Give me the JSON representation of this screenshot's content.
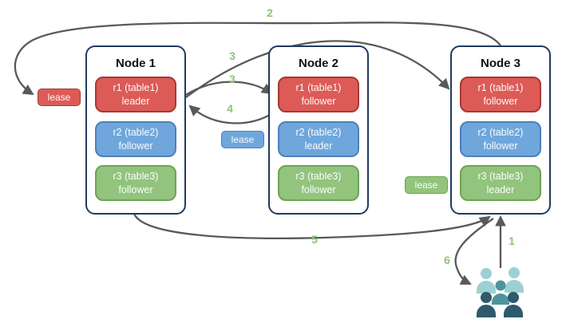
{
  "nodes": [
    {
      "title": "Node 1",
      "replicas": [
        {
          "name": "r1 (table1)",
          "role": "leader",
          "color": "#DC5B57"
        },
        {
          "name": "r2 (table2)",
          "role": "follower",
          "color": "#6FA7DC"
        },
        {
          "name": "r3 (table3)",
          "role": "follower",
          "color": "#92C47D"
        }
      ]
    },
    {
      "title": "Node 2",
      "replicas": [
        {
          "name": "r1 (table1)",
          "role": "follower",
          "color": "#DC5B57"
        },
        {
          "name": "r2 (table2)",
          "role": "leader",
          "color": "#6FA7DC"
        },
        {
          "name": "r3 (table3)",
          "role": "follower",
          "color": "#92C47D"
        }
      ]
    },
    {
      "title": "Node 3",
      "replicas": [
        {
          "name": "r1 (table1)",
          "role": "follower",
          "color": "#DC5B57"
        },
        {
          "name": "r2 (table2)",
          "role": "follower",
          "color": "#6FA7DC"
        },
        {
          "name": "r3 (table3)",
          "role": "leader",
          "color": "#92C47D"
        }
      ]
    }
  ],
  "leases": [
    {
      "label": "lease",
      "color": "#DC5B57"
    },
    {
      "label": "lease",
      "color": "#6FA7DC"
    },
    {
      "label": "lease",
      "color": "#92C47D"
    }
  ],
  "steps": {
    "s1": "1",
    "s2": "2",
    "s3a": "3",
    "s3b": "3",
    "s4": "4",
    "s5": "5",
    "s6": "6"
  },
  "clients": {
    "icon": "people-group-icon"
  },
  "colors": {
    "arrow": "#595959",
    "step_label": "#8FC379",
    "node_border": "#1F3A5F",
    "replica_red": "#DC5B57",
    "replica_blue": "#6FA7DC",
    "replica_green": "#92C47D",
    "client_light": "#9CD1D4",
    "client_mid": "#4F949B",
    "client_dark": "#2E5A6B"
  }
}
